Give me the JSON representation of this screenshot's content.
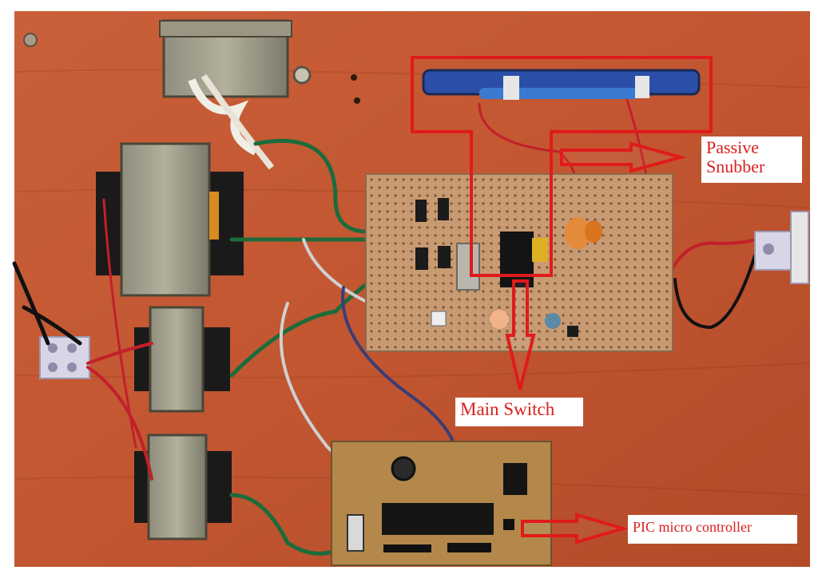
{
  "labels": {
    "passive_snubber": "Passive\nSnubber",
    "main_switch": "Main Switch",
    "pic_controller": "PIC micro controller"
  },
  "colors": {
    "table": "#c65a35",
    "annotation": "#e01b1b",
    "pcb": "#c89a72",
    "controller_board": "#b3884a"
  }
}
